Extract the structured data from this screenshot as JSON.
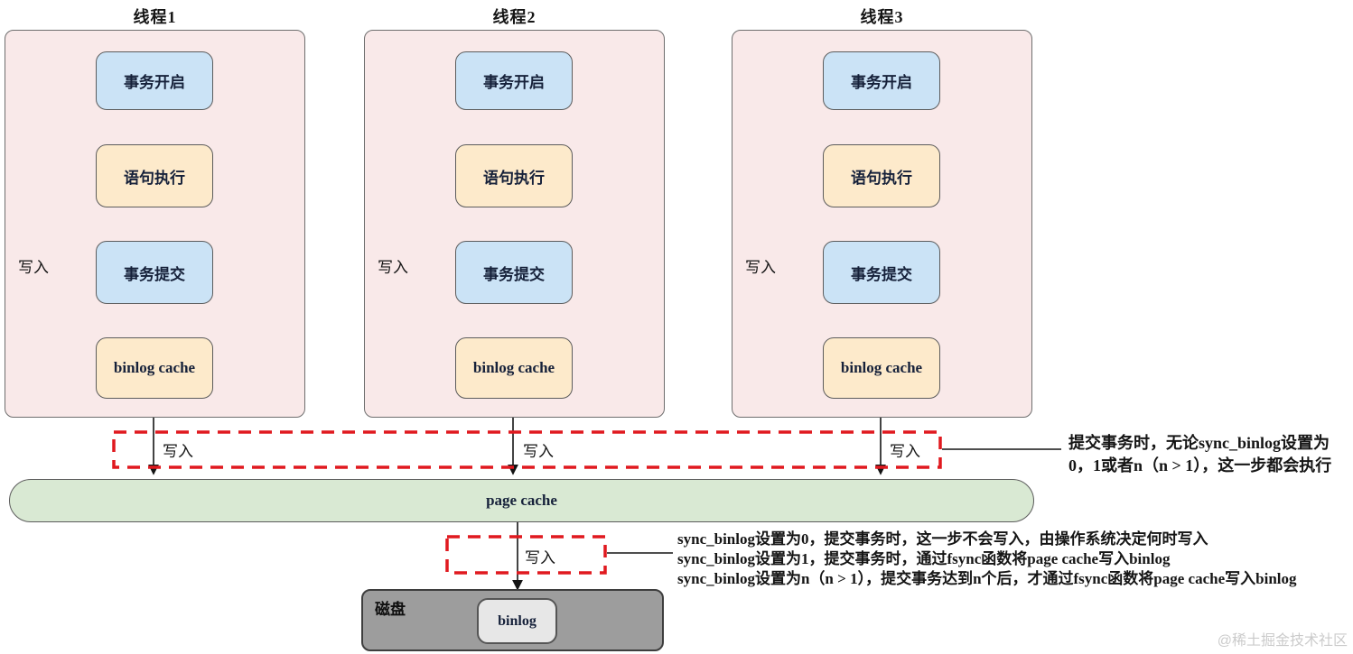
{
  "threads": [
    {
      "title": "线程1",
      "write_label": "写入",
      "boxes": {
        "start": "事务开启",
        "execute": "语句执行",
        "commit": "事务提交",
        "cache": "binlog cache"
      }
    },
    {
      "title": "线程2",
      "write_label": "写入",
      "boxes": {
        "start": "事务开启",
        "execute": "语句执行",
        "commit": "事务提交",
        "cache": "binlog cache"
      }
    },
    {
      "title": "线程3",
      "write_label": "写入",
      "boxes": {
        "start": "事务开启",
        "execute": "语句执行",
        "commit": "事务提交",
        "cache": "binlog cache"
      }
    }
  ],
  "flush_zone": {
    "write_labels": [
      "写入",
      "写入",
      "写入"
    ]
  },
  "page_cache": {
    "label": "page cache"
  },
  "disk": {
    "label": "磁盘",
    "binlog_label": "binlog",
    "write_label": "写入"
  },
  "annotations": {
    "commit_note": {
      "line1": "提交事务时，无论sync_binlog设置为",
      "line2": "0，1或者n（n > 1），这一步都会执行"
    },
    "sync_note": {
      "line1": "sync_binlog设置为0，提交事务时，这一步不会写入，由操作系统决定何时写入",
      "line2": "sync_binlog设置为1，提交事务时，通过fsync函数将page cache写入binlog",
      "line3": "sync_binlog设置为n（n > 1），提交事务达到n个后，才通过fsync函数将page cache写入binlog"
    }
  },
  "watermark": "@稀土掘金技术社区",
  "colors": {
    "panel_pink": "#f9e9e9",
    "node_blue": "#cbe3f6",
    "node_orange": "#fdeacb",
    "page_cache_green": "#d9e9d3",
    "dashed_red": "#e0191f",
    "disk_gray": "#9d9d9d",
    "binlog_gray": "#e7e7e7"
  }
}
